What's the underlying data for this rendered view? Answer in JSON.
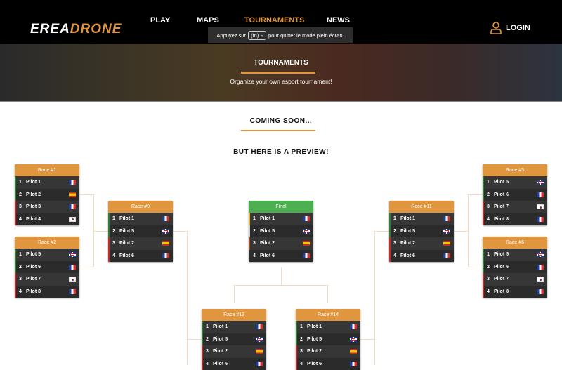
{
  "nav": {
    "logo": "EREADRONE",
    "logo_a": "EREA",
    "logo_b": "DRONE",
    "links": [
      "PLAY",
      "MAPS",
      "TOURNAMENTS",
      "NEWS"
    ],
    "login": "LOGIN"
  },
  "toast": {
    "before": "Appuyez sur",
    "key": "(fn) F",
    "after": "pour quitter le mode plein écran."
  },
  "hero": {
    "title": "TOURNAMENTS",
    "subtitle": "Organize your own esport tournament!"
  },
  "coming_soon": "COMING SOON...",
  "preview": "BUT HERE IS A PREVIEW!",
  "colors": {
    "accent": "#e0953f",
    "final": "#4caf50",
    "qualified": "#2e7d32",
    "eliminated": "#c62828"
  },
  "races": [
    {
      "id": "r1",
      "title": "Race #1",
      "pilots": [
        [
          "1",
          "Pilot 1",
          "fr"
        ],
        [
          "2",
          "Pilot 2",
          "es"
        ],
        [
          "3",
          "Pilot 3",
          "fr"
        ],
        [
          "4",
          "Pilot 4",
          "kr"
        ]
      ]
    },
    {
      "id": "r2",
      "title": "Race #2",
      "pilots": [
        [
          "1",
          "Pilot 5",
          "gb"
        ],
        [
          "2",
          "Pilot 6",
          "fr"
        ],
        [
          "3",
          "Pilot 7",
          "kr"
        ],
        [
          "4",
          "Pilot 8",
          "fr"
        ]
      ]
    },
    {
      "id": "r9",
      "title": "Race #9",
      "pilots": [
        [
          "1",
          "Pilot 1",
          "fr"
        ],
        [
          "2",
          "Pilot 5",
          "gb"
        ],
        [
          "3",
          "Pilot 2",
          "es"
        ],
        [
          "4",
          "Pilot 6",
          "fr"
        ]
      ]
    },
    {
      "id": "final",
      "title": "Final",
      "pilots": [
        [
          "1",
          "Pilot 1",
          "fr"
        ],
        [
          "2",
          "Pilot 5",
          "gb"
        ],
        [
          "3",
          "Pilot 2",
          "es"
        ],
        [
          "4",
          "Pilot 6",
          "fr"
        ]
      ]
    },
    {
      "id": "r11",
      "title": "Race #11",
      "pilots": [
        [
          "1",
          "Pilot 1",
          "fr"
        ],
        [
          "2",
          "Pilot 5",
          "gb"
        ],
        [
          "3",
          "Pilot 2",
          "es"
        ],
        [
          "4",
          "Pilot 6",
          "fr"
        ]
      ]
    },
    {
      "id": "r5",
      "title": "Race #5",
      "pilots": [
        [
          "1",
          "Pilot 5",
          "gb"
        ],
        [
          "2",
          "Pilot 6",
          "fr"
        ],
        [
          "3",
          "Pilot 7",
          "kr"
        ],
        [
          "4",
          "Pilot 8",
          "fr"
        ]
      ]
    },
    {
      "id": "r6",
      "title": "Race #6",
      "pilots": [
        [
          "1",
          "Pilot 5",
          "gb"
        ],
        [
          "2",
          "Pilot 6",
          "fr"
        ],
        [
          "3",
          "Pilot 7",
          "kr"
        ],
        [
          "4",
          "Pilot 8",
          "fr"
        ]
      ]
    },
    {
      "id": "r13",
      "title": "Race #13",
      "pilots": [
        [
          "1",
          "Pilot 1",
          "fr"
        ],
        [
          "2",
          "Pilot 5",
          "gb"
        ],
        [
          "3",
          "Pilot 2",
          "es"
        ],
        [
          "4",
          "Pilot 6",
          "fr"
        ]
      ]
    },
    {
      "id": "r14",
      "title": "Race #14",
      "pilots": [
        [
          "1",
          "Pilot 1",
          "fr"
        ],
        [
          "2",
          "Pilot 5",
          "gb"
        ],
        [
          "3",
          "Pilot 2",
          "es"
        ],
        [
          "4",
          "Pilot 6",
          "fr"
        ]
      ]
    }
  ]
}
